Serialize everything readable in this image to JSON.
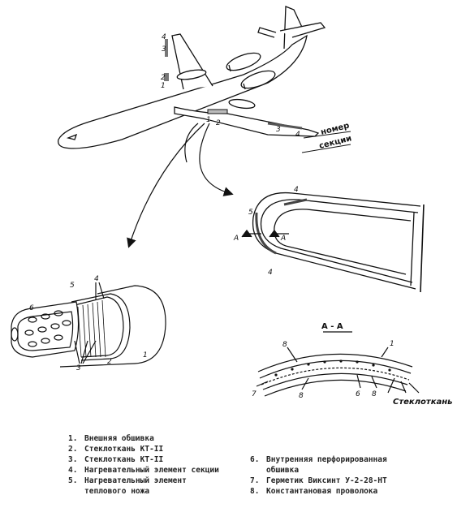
{
  "labels": {
    "plane": [
      "4",
      "3",
      "2",
      "1",
      "1",
      "2",
      "3",
      "4"
    ],
    "section_no_1": "номер",
    "section_no_2": "секции",
    "profile": [
      "4",
      "5",
      "4",
      "A",
      "A"
    ],
    "cylinder": [
      "6",
      "5",
      "4",
      "3",
      "2",
      "1"
    ],
    "section_title": "А - А",
    "section_nums": [
      "8",
      "1",
      "7",
      "8",
      "6",
      "8"
    ],
    "steklotkan": "Стеклоткань"
  },
  "legend": {
    "left": [
      {
        "num": "1.",
        "text": "Внешняя обшивка"
      },
      {
        "num": "2.",
        "text": "Стеклоткань КТ-II"
      },
      {
        "num": "3.",
        "text": "Стеклоткань КТ-II"
      },
      {
        "num": "4.",
        "text": "Нагревательный элемент секции"
      },
      {
        "num": "5.",
        "text": "Нагревательный элемент\nтеплового ножа"
      }
    ],
    "right": [
      {
        "num": "6.",
        "text": "Внутренняя перфорированная\nобшивка"
      },
      {
        "num": "7.",
        "text": "Герметик Виксинт У-2-28-НТ"
      },
      {
        "num": "8.",
        "text": "Константановая проволока"
      }
    ]
  }
}
